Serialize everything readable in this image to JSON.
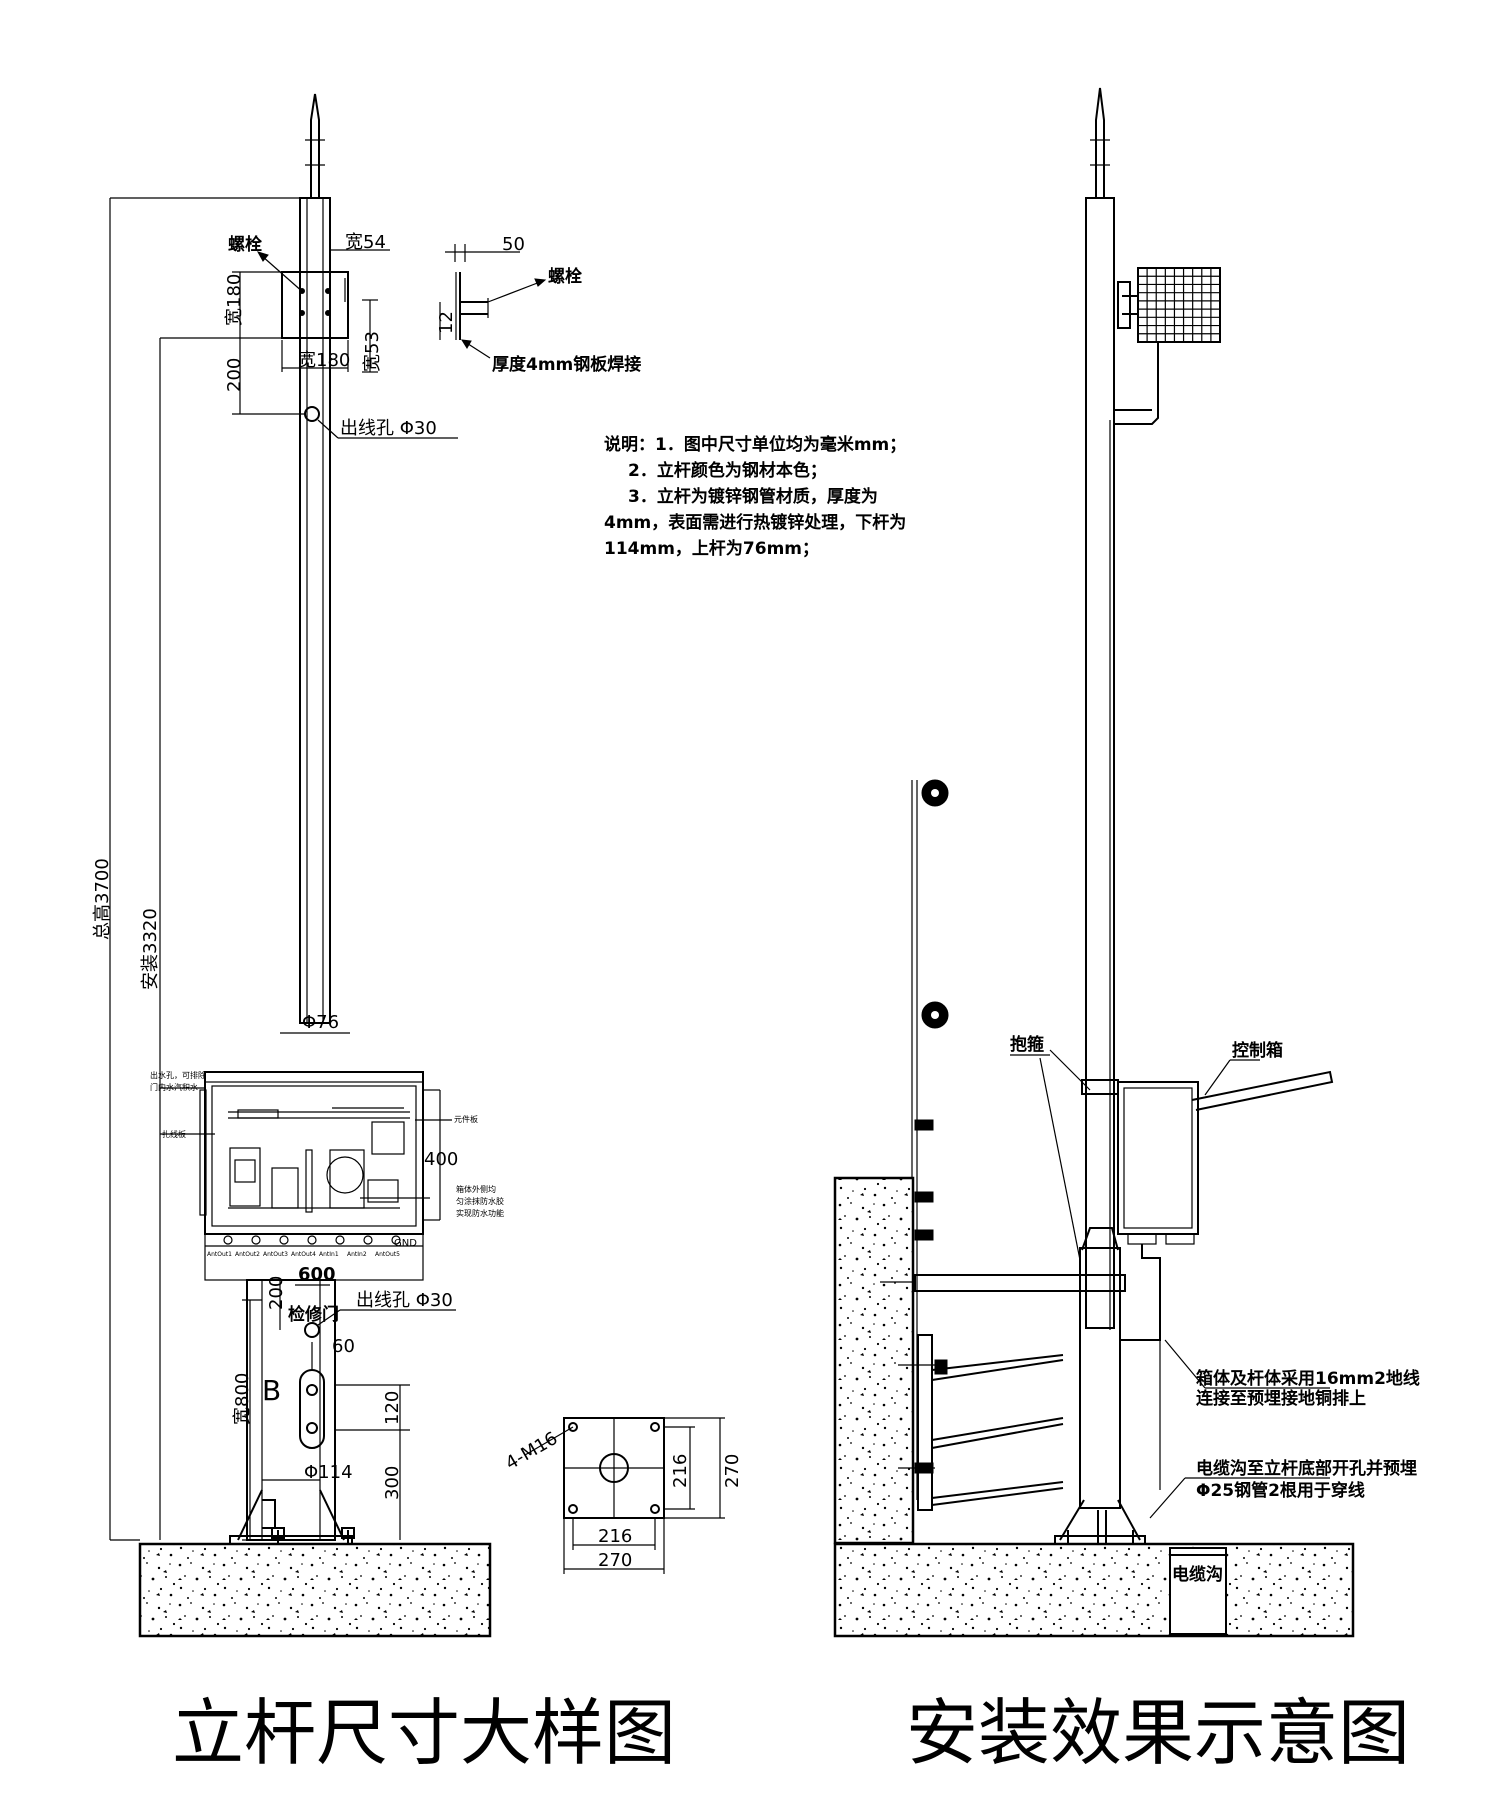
{
  "titles": {
    "left": "立杆尺寸大样图",
    "right": "安装效果示意图"
  },
  "left_view": {
    "overall_height": "总高3700",
    "install_height": "安装3320",
    "bracket_label": "螺栓",
    "dim_54": "宽54",
    "dim_180_v": "宽180",
    "dim_180_h": "宽180",
    "dim_200_top": "200",
    "dim_53": "宽53",
    "dim_76": "Φ76",
    "wire_hole_top": "出线孔 Φ30",
    "wire_hole_bottom": "出线孔 Φ30",
    "dim_400": "400",
    "dim_600": "600",
    "dim_200_bottom": "200",
    "repair_door": "检修门",
    "dim_60": "60",
    "dim_800": "宽800",
    "section_b": "B",
    "dim_120": "120",
    "dim_114": "Φ114",
    "dim_300": "300",
    "box_note_1": "出水孔，可排除",
    "box_note_2": "门内水汽积水",
    "box_note_3": "扎线板",
    "box_note_4": "元件板",
    "box_note_5": "箱体外侧均",
    "box_note_6": "匀涂抹防水胶",
    "box_note_7": "实现防水功能",
    "gnd": "GND",
    "port_labels": [
      "AntOut1",
      "AntOut2",
      "AntOut3",
      "AntOut4",
      "AntIn1",
      "AntIn2",
      "AntOut5"
    ]
  },
  "bracket_detail": {
    "dim_50": "50",
    "dim_12": "12",
    "bolt": "螺栓",
    "plate_note": "厚度4mm钢板焊接"
  },
  "notes": {
    "line1": "说明：1．图中尺寸单位均为毫米mm；",
    "line2": "2．立杆颜色为钢材本色；",
    "line3": "3．立杆为镀锌钢管材质，厚度为",
    "line4": "4mm，表面需进行热镀锌处理，下杆为",
    "line5": "114mm，上杆为76mm；"
  },
  "base_plate": {
    "bolts": "4-M16",
    "inner_w": "216",
    "outer_w": "270",
    "inner_h": "216",
    "outer_h": "270"
  },
  "right_view": {
    "hoop": "抱箍",
    "control_box": "控制箱",
    "ground_note_1": "箱体及杆体采用16mm2地线",
    "ground_note_2": "连接至预埋接地铜排上",
    "conduit_note_1": "电缆沟至立杆底部开孔并预埋",
    "conduit_note_2": "Φ25钢管2根用于穿线",
    "cable_trench": "电缆沟"
  }
}
